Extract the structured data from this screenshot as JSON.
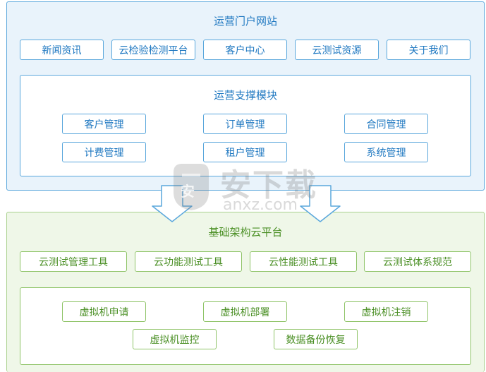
{
  "portal": {
    "title": "运营门户网站",
    "links": [
      "新闻资讯",
      "云检验检测平台",
      "客户中心",
      "云测试资源",
      "关于我们"
    ]
  },
  "support": {
    "title": "运营支撑模块",
    "modules": [
      "客户管理",
      "订单管理",
      "合同管理",
      "计费管理",
      "租户管理",
      "系统管理"
    ]
  },
  "infra": {
    "title": "基础架构云平台",
    "tools": [
      "云测试管理工具",
      "云功能测试工具",
      "云性能测试工具",
      "云测试体系规范"
    ],
    "vm_items": [
      "虚拟机申请",
      "虚拟机部署",
      "虚拟机注销",
      "虚拟机监控",
      "数据备份恢复"
    ]
  },
  "watermark": {
    "cn": "安下载",
    "en": "anxz.com",
    "badge": "安"
  },
  "colors": {
    "blue_border": "#5aa7dc",
    "blue_text": "#1f78c1",
    "blue_fill": "#e9f3fb",
    "green_border": "#8fc468",
    "green_text": "#4a8f24",
    "green_fill": "#eff7e8"
  }
}
